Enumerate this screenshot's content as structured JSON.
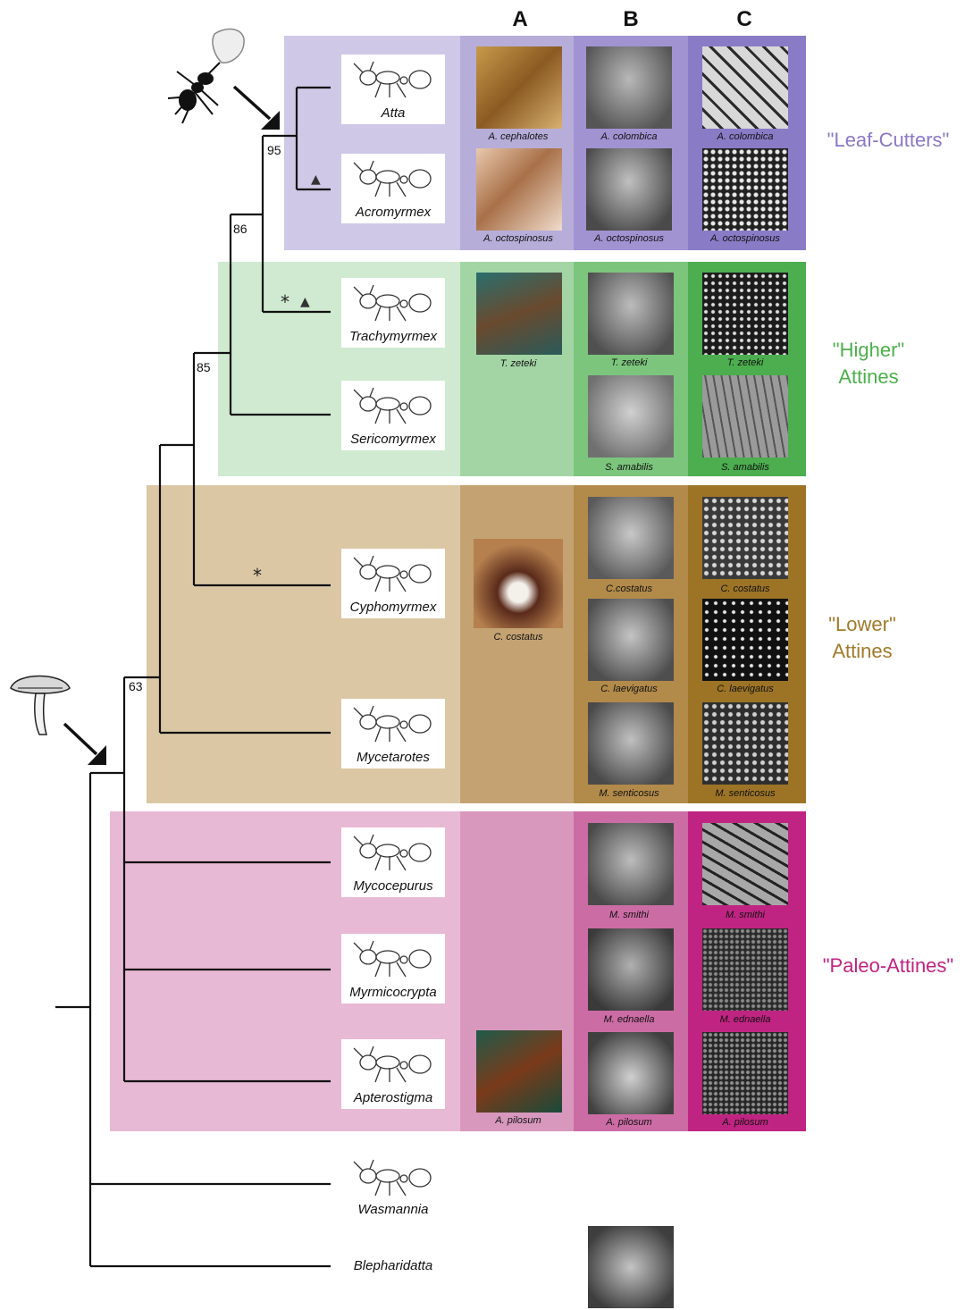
{
  "columns": {
    "a": "A",
    "b": "B",
    "c": "C"
  },
  "groups": {
    "leaf_cutters": {
      "line1": "\"Leaf-Cutters\"",
      "line2": "",
      "color": "#8a78c8"
    },
    "higher": {
      "line1": "\"Higher\"",
      "line2": "Attines",
      "color": "#4cb04a"
    },
    "lower": {
      "line1": "\"Lower\"",
      "line2": "Attines",
      "color": "#a27a2a"
    },
    "paleo": {
      "line1": "\"Paleo-Attines\"",
      "line2": "",
      "color": "#c0237f"
    }
  },
  "genera": {
    "atta": "Atta",
    "acromyrmex": "Acromyrmex",
    "trachymyrmex": "Trachymyrmex",
    "sericomyrmex": "Sericomyrmex",
    "cyphomyrmex": "Cyphomyrmex",
    "mycetarotes": "Mycetarotes",
    "mycocepurus": "Mycocepurus",
    "myrmicocrypta": "Myrmicocrypta",
    "apterostigma": "Apterostigma",
    "wasmannia": "Wasmannia",
    "blepharidatta": "Blepharidatta"
  },
  "support_values": {
    "n95": "95",
    "n86": "86",
    "n85": "85",
    "n63": "63"
  },
  "markers": {
    "asterisk": "*",
    "triangle": "▲"
  },
  "captions": {
    "a_cephalotes": "A. cephalotes",
    "a_octospinosus_a": "A. octospinosus",
    "t_zeteki_a": "T. zeteki",
    "c_costatus_a": "C. costatus",
    "a_pilosum_a": "A. pilosum",
    "a_colombica_b": "A. colombica",
    "a_octospinosus_b": "A. octospinosus",
    "t_zeteki_b": "T. zeteki",
    "s_amabilis_b": "S. amabilis",
    "c_costatus_b": "C.costatus",
    "c_laevigatus_b": "C. laevigatus",
    "m_senticosus_b": "M. senticosus",
    "m_smithi_b": "M. smithi",
    "m_ednaella_b": "M. ednaella",
    "a_pilosum_b": "A. pilosum",
    "a_colombica_c": "A. colombica",
    "a_octospinosus_c": "A. octospinosus",
    "t_zeteki_c": "T. zeteki",
    "s_amabilis_c": "S. amabilis",
    "c_costatus_c": "C. costatus",
    "c_laevigatus_c": "C. laevigatus",
    "m_senticosus_c": "M. senticosus",
    "m_smithi_c": "M. smithi",
    "m_ednaella_c": "M. ednaella",
    "a_pilosum_c": "A. pilosum"
  },
  "icons": {
    "leaf_ant": "leaf-cutter-ant-icon",
    "mushroom": "mushroom-icon"
  }
}
